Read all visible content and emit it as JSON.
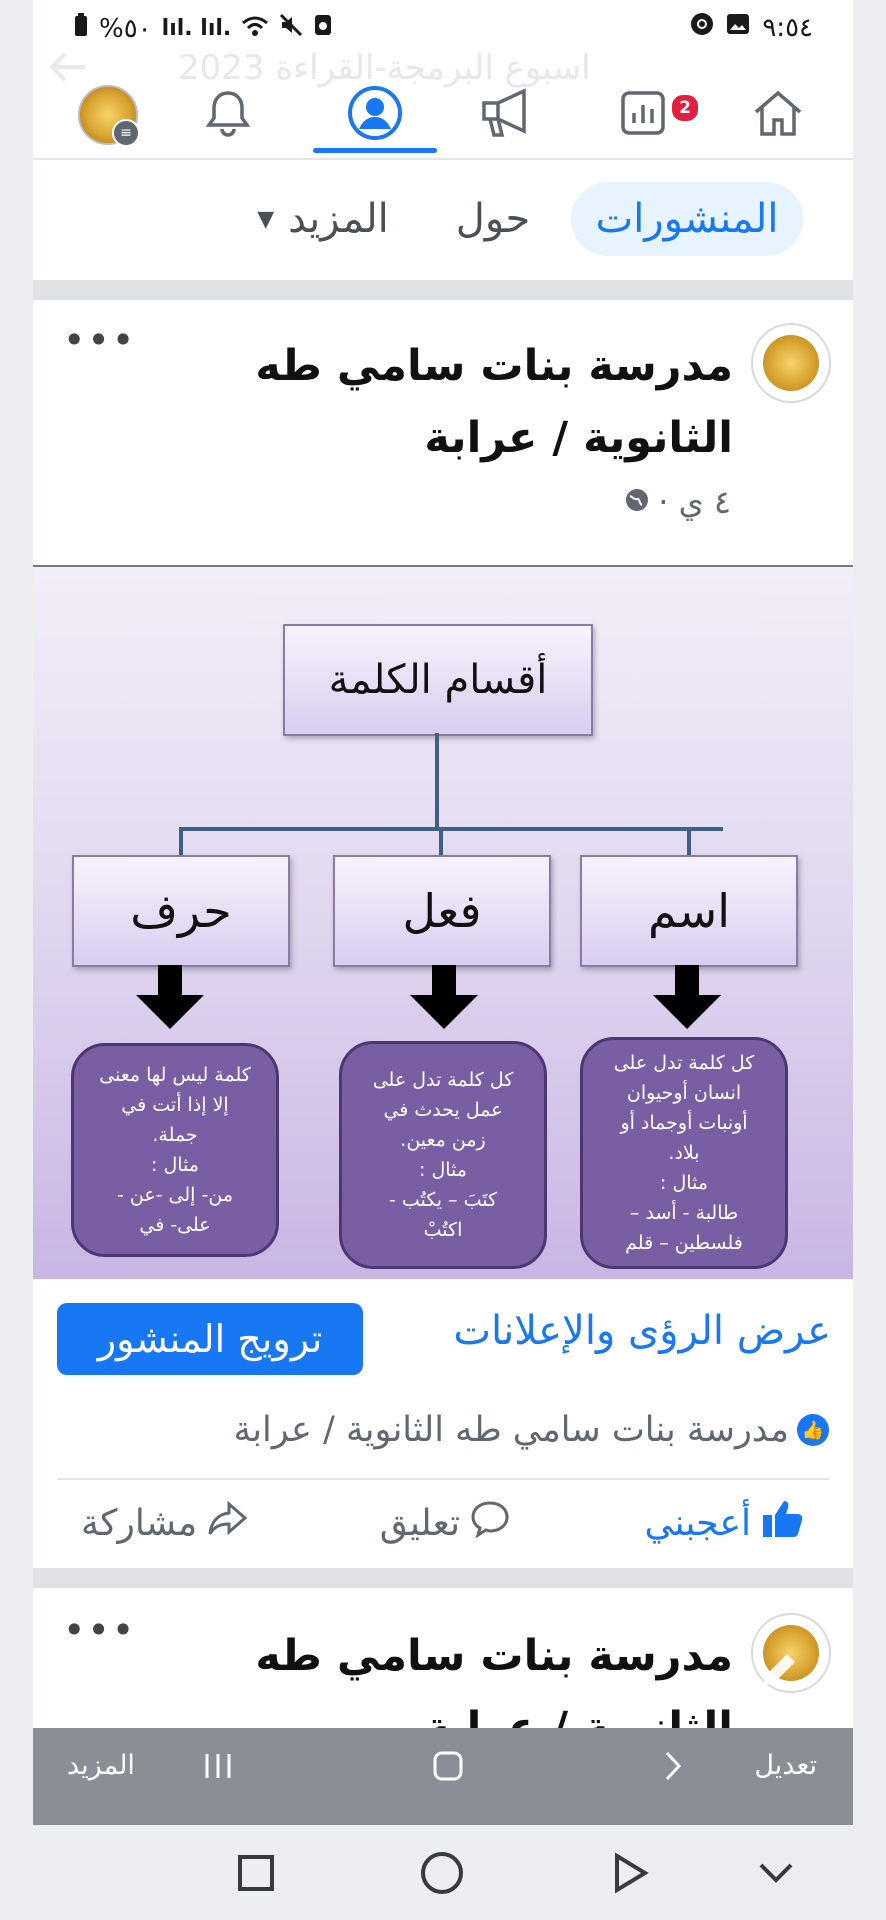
{
  "status_bar": {
    "time": "٩:٥٤",
    "battery": "%٥٠",
    "signal": "lıl. lıl."
  },
  "overlay": {
    "title": "اسبوع البرمجة-القراءة 2023"
  },
  "top_nav": {
    "notifications_badge": "2"
  },
  "tabs": {
    "posts": "المنشورات",
    "about": "حول",
    "more": "المزيد"
  },
  "post": {
    "author": "مدرسة بنات سامي طه الثانوية / عرابة",
    "time": "٤ ي ·",
    "insights_link": "عرض الرؤى والإعلانات",
    "promote_button": "ترويج المنشور",
    "reactions_text": "مدرسة بنات سامي طه الثانوية / عرابة",
    "like": "أعجبني",
    "comment": "تعليق",
    "share": "مشاركة"
  },
  "diagram": {
    "root": "أقسام الكلمة",
    "branches": [
      {
        "label": "اسم",
        "desc": "كل كلمة تدل على\nانسان أوحيوان\nأونبات أوجماد أو\nبلاد.\nمثال :\nطالبة - أسد –\nفلسطين – قلم"
      },
      {
        "label": "فعل",
        "desc": "كل كلمة تدل على\nعمل يحدث في\nزمن معين.\nمثال :\nكتَبَ – يكتُب -\nاكتُبْ"
      },
      {
        "label": "حرف",
        "desc": "كلمة ليس لها معنى\nإلا إذا أتت في\nجملة.\nمثال :\nمن- إلى -عن -\nعلى- في"
      }
    ]
  },
  "post2": {
    "author": "مدرسة بنات سامي طه الثانوية / عرابة"
  },
  "bottom_toolbar": {
    "edit": "تعديل",
    "more": "المزيد"
  },
  "colors": {
    "facebook_blue": "#1877f2",
    "pill_purple": "#7a5ea3",
    "badge_red": "#e41e3f"
  }
}
